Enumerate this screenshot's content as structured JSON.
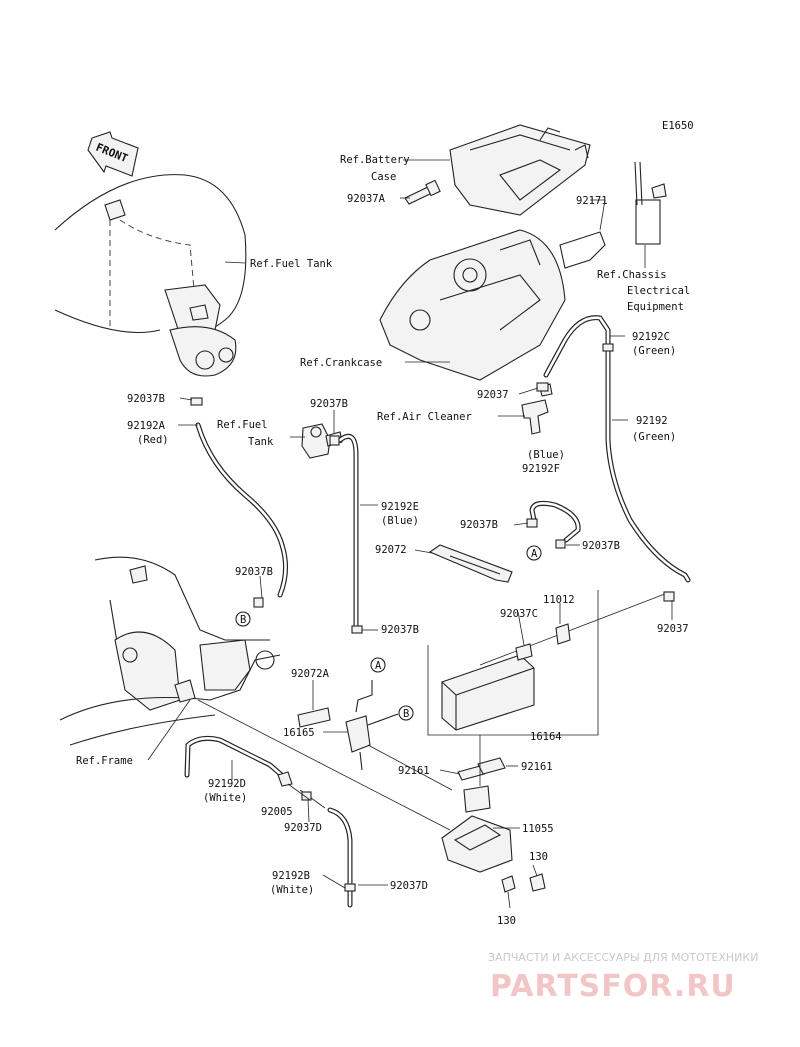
{
  "diagram_code": "E1650",
  "front_label": "FRONT",
  "labels": {
    "ref_battery_case_1": "Ref.Battery",
    "ref_battery_case_2": "Case",
    "p92037A": "92037A",
    "p92171": "92171",
    "ref_chassis_1": "Ref.Chassis",
    "ref_chassis_2": "Electrical",
    "ref_chassis_3": "Equipment",
    "ref_fuel_tank_top": "Ref.Fuel Tank",
    "ref_crankcase": "Ref.Crankcase",
    "p92192C": "92192C",
    "green_1": "(Green)",
    "p92037_air": "92037",
    "ref_air_cleaner": "Ref.Air Cleaner",
    "p92192": "92192",
    "green_2": "(Green)",
    "p92037B_left": "92037B",
    "p92192A": "92192A",
    "red": "(Red)",
    "ref_fuel_tank_mid_1": "Ref.Fuel",
    "ref_fuel_tank_mid_2": "Tank",
    "p92037B_top": "92037B",
    "blue_top": "(Blue)",
    "p92192F": "92192F",
    "p92192E": "92192E",
    "blue_mid": "(Blue)",
    "p92037B_mid_left": "92037B",
    "p92037B_mid_right": "92037B",
    "p92072": "92072",
    "p92037B_left_low": "92037B",
    "p11012": "11012",
    "p92037C": "92037C",
    "p92037_right": "92037",
    "p92037B_center": "92037B",
    "p92072A": "92072A",
    "p16165": "16165",
    "p16164": "16164",
    "ref_frame": "Ref.Frame",
    "p92161_left": "92161",
    "p92161_right": "92161",
    "p92192D": "92192D",
    "white_1": "(White)",
    "p92005": "92005",
    "p92037D_top": "92037D",
    "p11055": "11055",
    "p130_top": "130",
    "p92192B": "92192B",
    "white_2": "(White)",
    "p92037D_bottom": "92037D",
    "p130_bottom": "130",
    "conn_A_1": "A",
    "conn_B_1": "B",
    "conn_A_2": "A",
    "conn_B_2": "B"
  },
  "watermark": {
    "top": "ЗАПЧАСТИ И АКСЕССУАРЫ ДЛЯ МОТОТЕХНИКИ",
    "brand": "PARTSFOR.RU"
  }
}
